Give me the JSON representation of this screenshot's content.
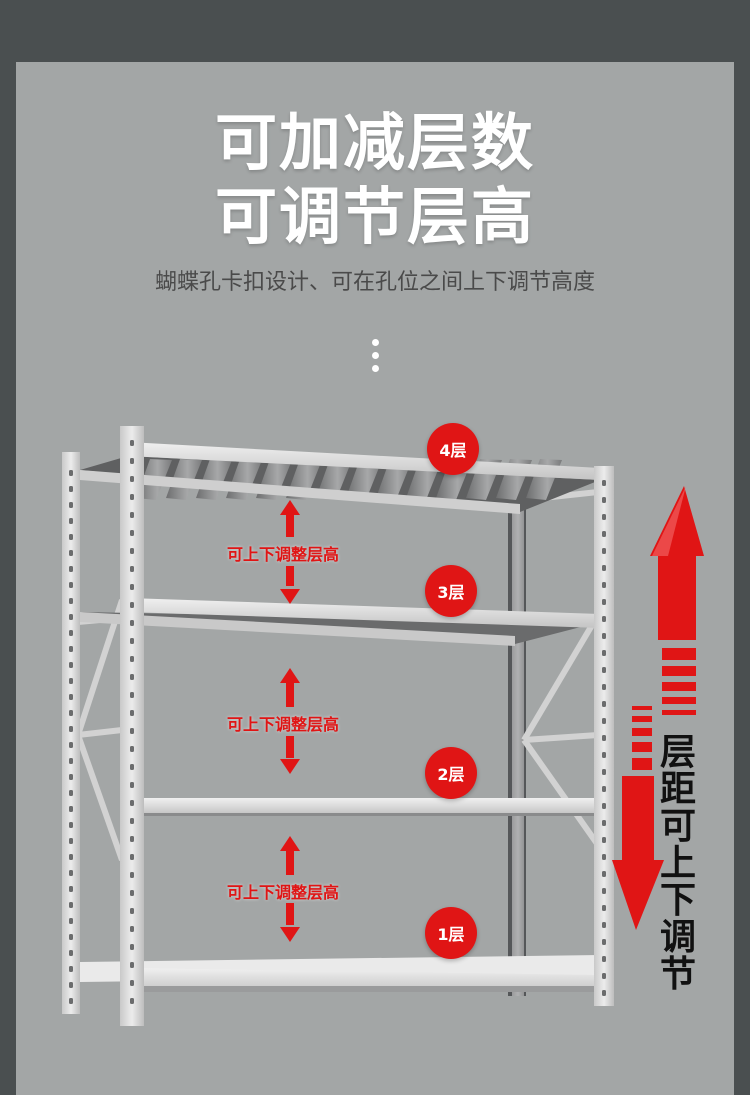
{
  "headline": {
    "line1": "可加减层数",
    "line2": "可调节层高"
  },
  "subtitle": "蝴蝶孔卡扣设计、可在孔位之间上下调节高度",
  "layers": [
    {
      "label": "4层"
    },
    {
      "label": "3层"
    },
    {
      "label": "2层"
    },
    {
      "label": "1层"
    }
  ],
  "adjust_label": "可上下调整层高",
  "side_caption": "层距可上下调节",
  "colors": {
    "accent": "#e01515",
    "panel": "#a3a6a6",
    "frame": "#4a4f50",
    "rack": "#dcdcdc"
  },
  "icons": [
    "double-arrow-icon",
    "big-up-arrow-icon",
    "big-down-arrow-icon",
    "menu-dots-icon"
  ]
}
